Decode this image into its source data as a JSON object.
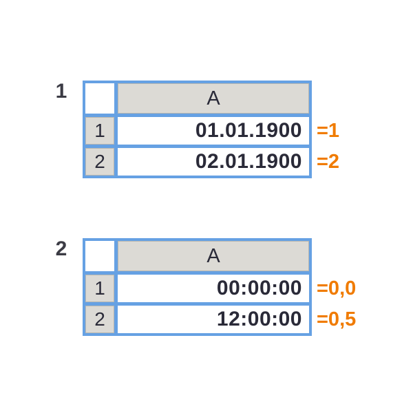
{
  "colors": {
    "border_blue": "#66A1E3",
    "header_gray": "#DCDAD5",
    "cell_border_gray": "#B9B7B0",
    "text_dark": "#2A2A38",
    "label_dark": "#3B3B44",
    "accent_orange": "#F07B00"
  },
  "figures": [
    {
      "label": "1",
      "column_header": "A",
      "rows": [
        {
          "row_number": "1",
          "value": "01.01.1900",
          "annotation": "=1"
        },
        {
          "row_number": "2",
          "value": "02.01.1900",
          "annotation": "=2"
        }
      ]
    },
    {
      "label": "2",
      "column_header": "A",
      "rows": [
        {
          "row_number": "1",
          "value": "00:00:00",
          "annotation": "=0,0"
        },
        {
          "row_number": "2",
          "value": "12:00:00",
          "annotation": "=0,5"
        }
      ]
    }
  ]
}
